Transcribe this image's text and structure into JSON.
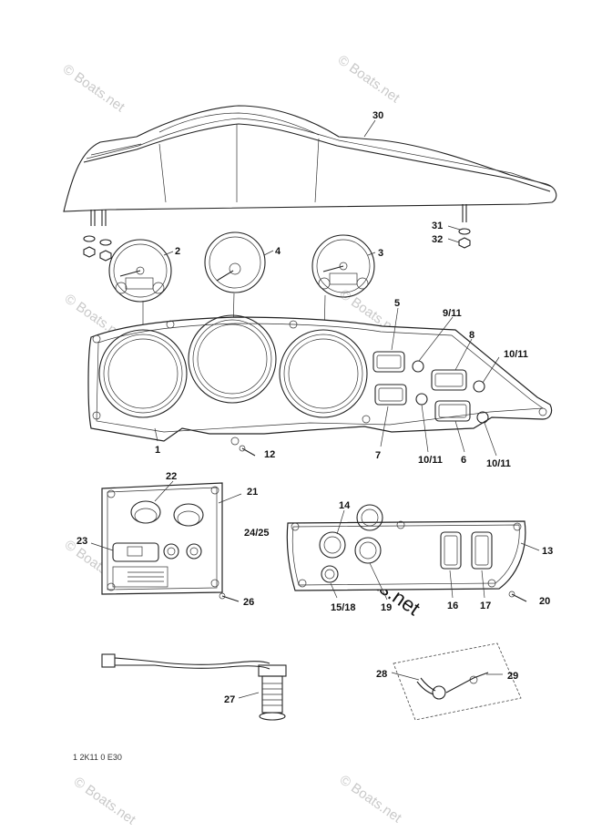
{
  "watermark": {
    "text": "© Boats.net"
  },
  "callouts": {
    "c1": "1",
    "c2": "2",
    "c3": "3",
    "c4": "4",
    "c5": "5",
    "c6": "6",
    "c7": "7",
    "c8": "8",
    "c9_11": "9/11",
    "c10_11_a": "10/11",
    "c10_11_b": "10/11",
    "c10_11_c": "10/11",
    "c12": "12",
    "c13": "13",
    "c14": "14",
    "c15_18": "15/18",
    "c16": "16",
    "c17": "17",
    "c19": "19",
    "c20": "20",
    "c21": "21",
    "c22": "22",
    "c23": "23",
    "c24_25": "24/25",
    "c26": "26",
    "c27": "27",
    "c28": "28",
    "c29": "29",
    "c30": "30",
    "c31": "31",
    "c32": "32"
  },
  "drawing_code": "1 2K11 0 E30"
}
